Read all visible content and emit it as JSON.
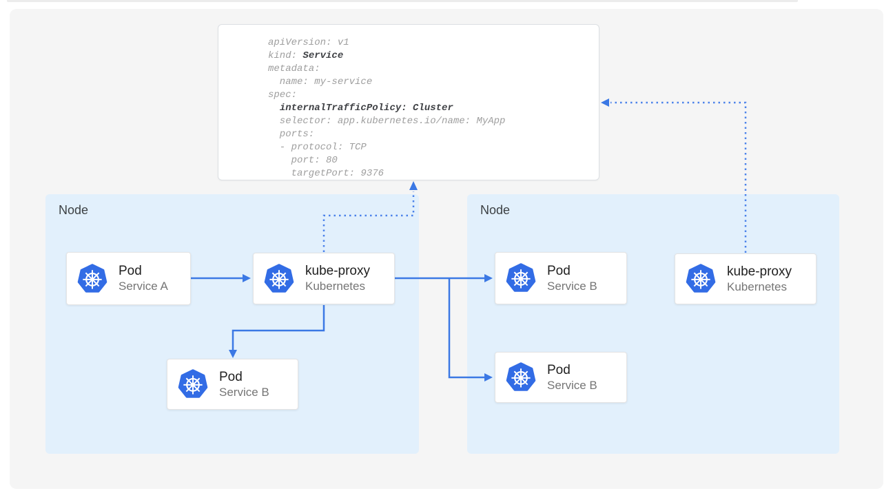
{
  "diagram": {
    "yaml_card": {
      "lines": [
        {
          "plain": "apiVersion: v1",
          "bold": ""
        },
        {
          "plain": "kind: ",
          "bold": "Service"
        },
        {
          "plain": "metadata:",
          "bold": ""
        },
        {
          "plain": "  name: my-service",
          "bold": ""
        },
        {
          "plain": "spec:",
          "bold": ""
        },
        {
          "plain": "  ",
          "bold": "internalTrafficPolicy: Cluster"
        },
        {
          "plain": "  selector: app.kubernetes.io/name: MyApp",
          "bold": ""
        },
        {
          "plain": "  ports:",
          "bold": ""
        },
        {
          "plain": "  - protocol: TCP",
          "bold": ""
        },
        {
          "plain": "    port: 80",
          "bold": ""
        },
        {
          "plain": "    targetPort: 9376",
          "bold": ""
        }
      ]
    },
    "nodes": {
      "left": {
        "label": "Node"
      },
      "right": {
        "label": "Node"
      }
    },
    "cards": {
      "pod_a": {
        "title": "Pod",
        "subtitle": "Service A",
        "icon": "kubernetes-logo"
      },
      "kube_proxy_left": {
        "title": "kube-proxy",
        "subtitle": "Kubernetes",
        "icon": "kubernetes-logo"
      },
      "pod_b_left": {
        "title": "Pod",
        "subtitle": "Service B",
        "icon": "kubernetes-logo"
      },
      "pod_b_right_top": {
        "title": "Pod",
        "subtitle": "Service B",
        "icon": "kubernetes-logo"
      },
      "kube_proxy_right": {
        "title": "kube-proxy",
        "subtitle": "Kubernetes",
        "icon": "kubernetes-logo"
      },
      "pod_b_right_bottom": {
        "title": "Pod",
        "subtitle": "Service B",
        "icon": "kubernetes-logo"
      }
    },
    "colors": {
      "arrow_blue": "#3b78e4",
      "dotted_arrow_blue": "#4b82ea",
      "node_fill": "#e2f0fc",
      "panel_bg": "#f5f5f5",
      "kubernetes_blue": "#326ce5",
      "yaml_text_gray": "#9e9e9e",
      "yaml_text_bold": "#3f4145",
      "card_title": "#212121",
      "card_subtitle": "#757575"
    }
  }
}
